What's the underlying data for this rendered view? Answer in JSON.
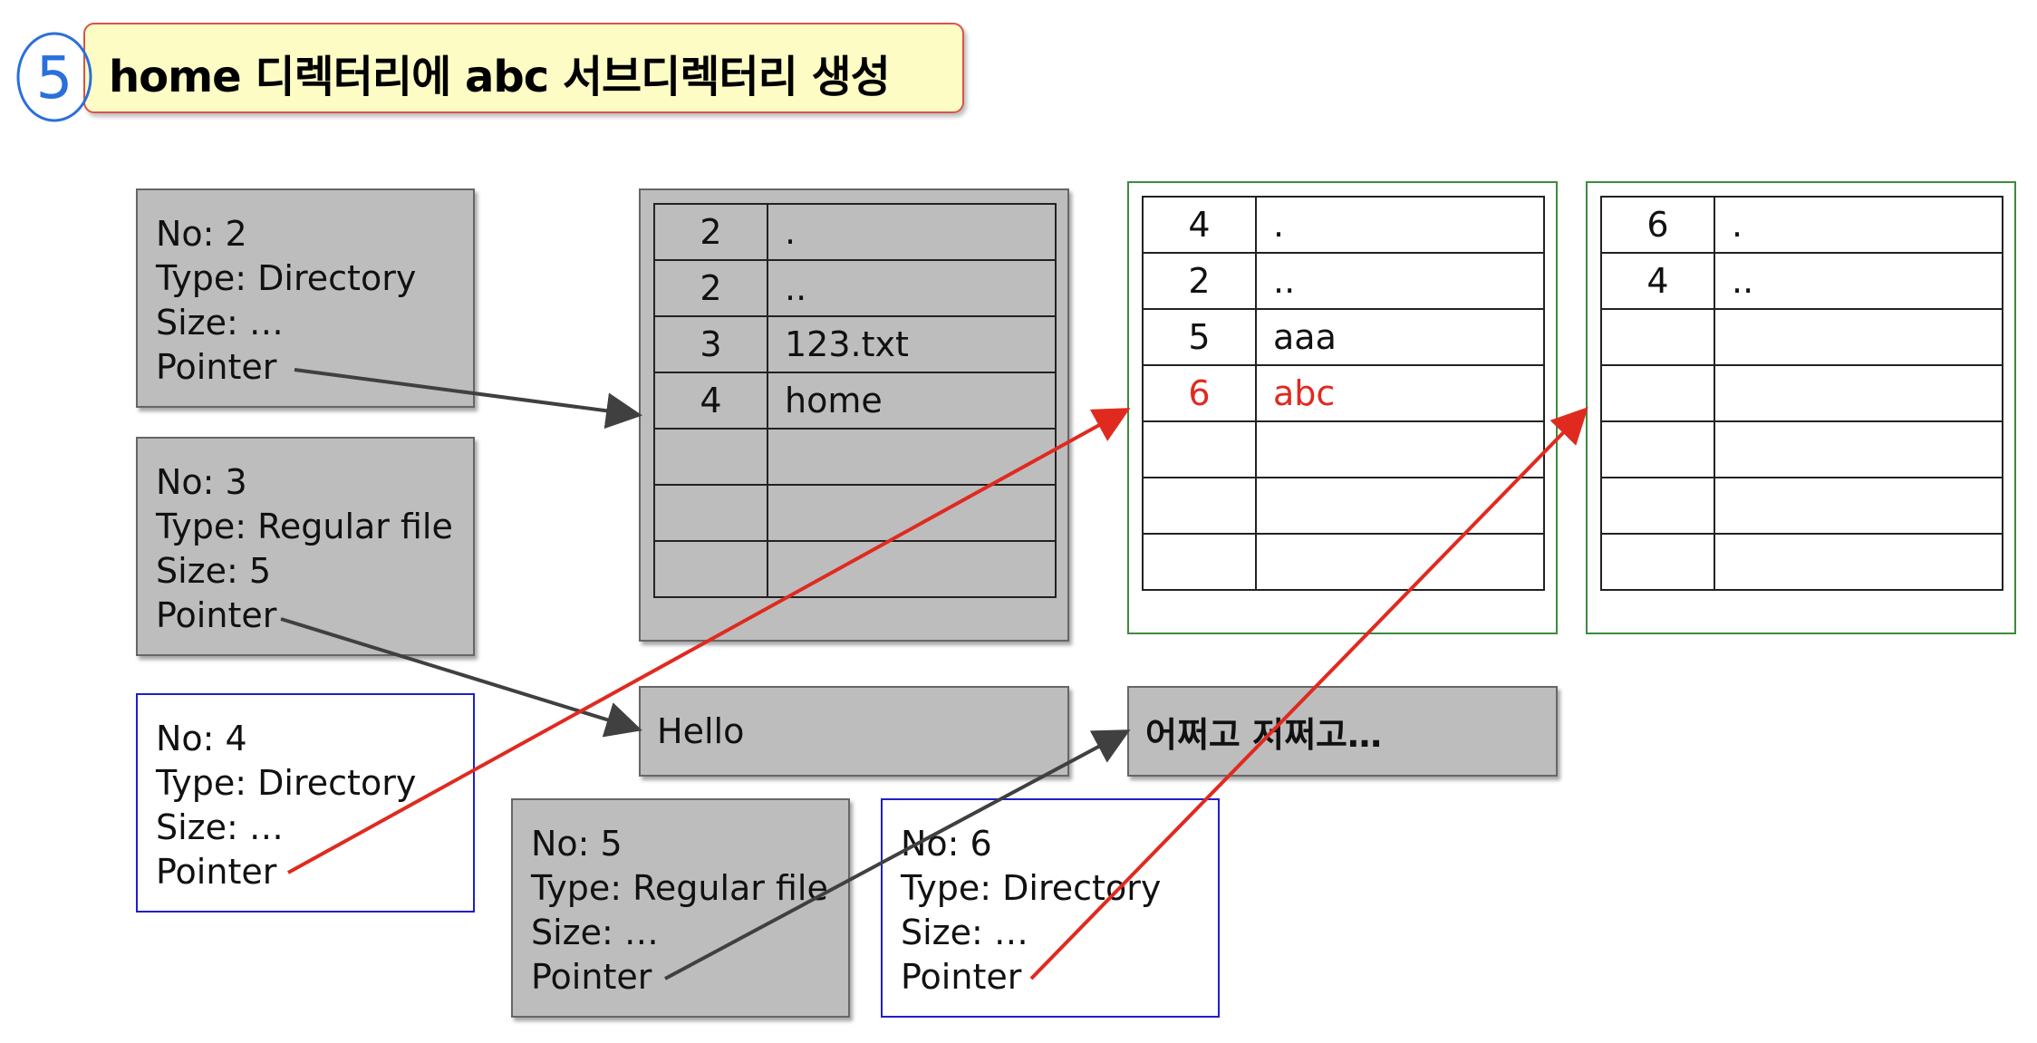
{
  "title": {
    "step_marker": "5",
    "text": "home 디렉터리에 abc 서브디렉터리 생성"
  },
  "inodes": [
    {
      "no": "No: 2",
      "type": "Type: Directory",
      "size": "Size: …",
      "pointer": "Pointer"
    },
    {
      "no": "No: 3",
      "type": "Type: Regular file",
      "size": "Size: 5",
      "pointer": "Pointer"
    },
    {
      "no": "No: 4",
      "type": "Type: Directory",
      "size": "Size: …",
      "pointer": "Pointer"
    },
    {
      "no": "No: 5",
      "type": "Type: Regular file",
      "size": "Size: …",
      "pointer": "Pointer"
    },
    {
      "no": "No: 6",
      "type": "Type: Directory",
      "size": "Size: …",
      "pointer": "Pointer"
    }
  ],
  "root_dir": [
    {
      "num": "2",
      "name": "."
    },
    {
      "num": "2",
      "name": ".."
    },
    {
      "num": "3",
      "name": "123.txt"
    },
    {
      "num": "4",
      "name": "home"
    },
    {
      "num": "",
      "name": ""
    },
    {
      "num": "",
      "name": ""
    },
    {
      "num": "",
      "name": ""
    }
  ],
  "home_dir": [
    {
      "num": "4",
      "name": "."
    },
    {
      "num": "2",
      "name": ".."
    },
    {
      "num": "5",
      "name": "aaa"
    },
    {
      "num": "6",
      "name": "abc",
      "highlight": true
    },
    {
      "num": "",
      "name": ""
    },
    {
      "num": "",
      "name": ""
    },
    {
      "num": "",
      "name": ""
    }
  ],
  "abc_dir": [
    {
      "num": "6",
      "name": "."
    },
    {
      "num": "4",
      "name": ".."
    },
    {
      "num": "",
      "name": ""
    },
    {
      "num": "",
      "name": ""
    },
    {
      "num": "",
      "name": ""
    },
    {
      "num": "",
      "name": ""
    },
    {
      "num": "",
      "name": ""
    }
  ],
  "data_blocks": {
    "hello": "Hello",
    "other": "어쩌고 저쩌고…"
  },
  "colors": {
    "new_link": "#e02a1f",
    "old_link": "#404040",
    "new_inode_border": "#1f1fc8",
    "new_dir_border": "#3c8c3c",
    "title_bg": "#fdfcc4",
    "step_marker": "#2a6fdc"
  }
}
